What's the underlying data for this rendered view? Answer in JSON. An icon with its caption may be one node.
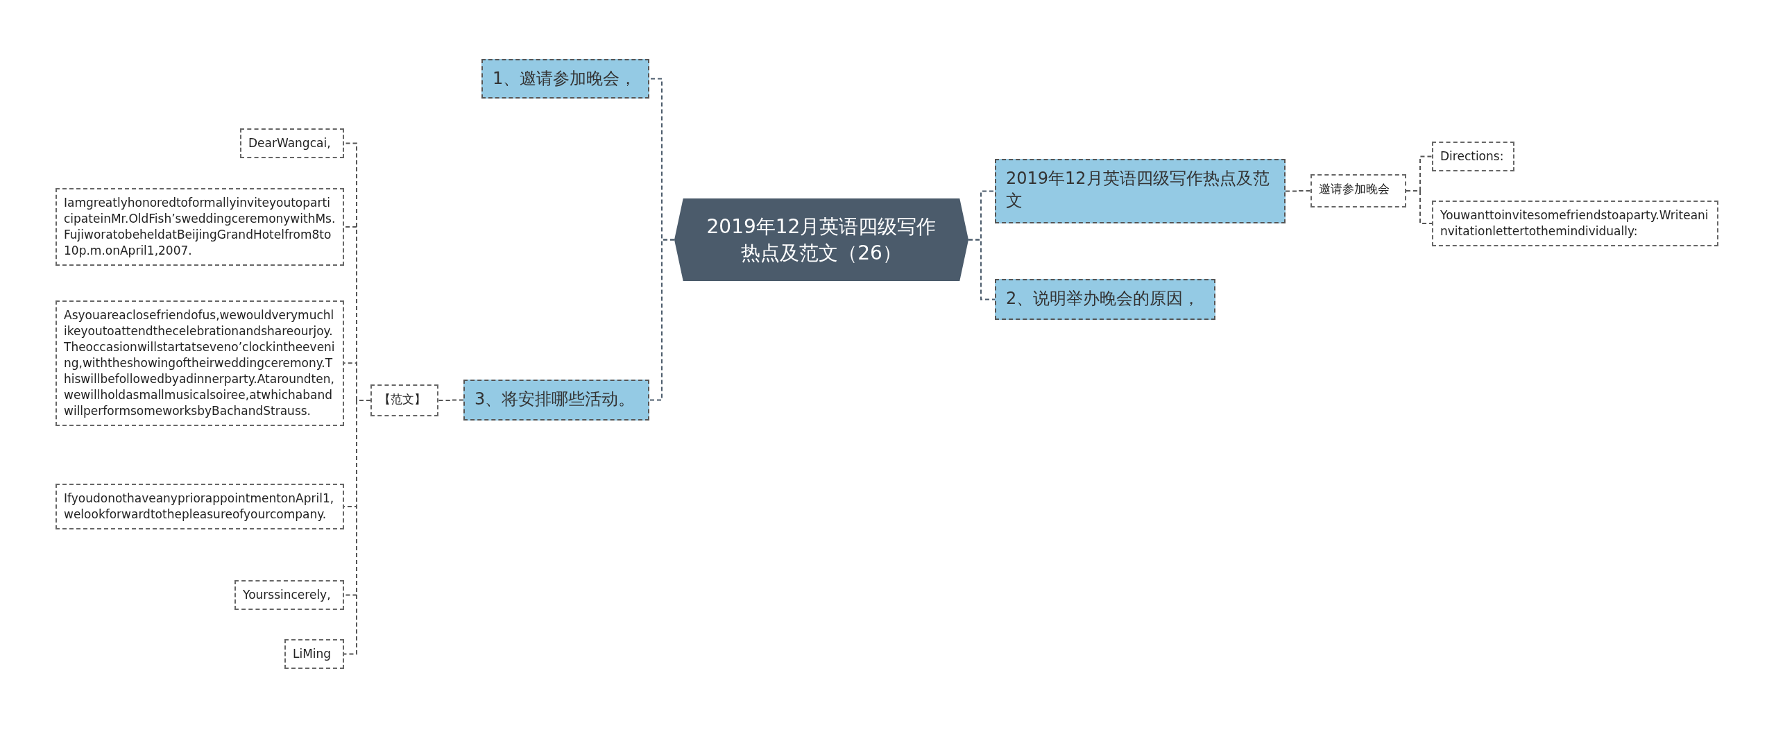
{
  "diagram": {
    "nodes": [
      {
        "text": [
          "2019年12月英语四级写作热点及范文（26）"
        ]
      },
      {
        "text": [
          "1、邀请参加晚会，"
        ]
      },
      {
        "text": [
          "3、将安排哪些活动。"
        ]
      },
      {
        "text": [
          "【范文】"
        ]
      },
      {
        "text": [
          "DearWangcai,"
        ]
      },
      {
        "text": [
          "IamgreatlyhonoredtoformallyinviteyoutoparticipateinMr.OldFish’sweddingceremonywithMs.FujiworatobeheldatBeijingGrandHotelfrom8to10p.m.onApril1,2007."
        ]
      },
      {
        "text": [
          "Asyouareaclosefriendofus,wewouldverymuchlikeyoutoattendthecelebrationandshareourjoy.Theoccasionwillstartatseveno’clockintheevening,withtheshowingoftheirweddingceremony.Thiswillbefollowedbyadinnerparty.Ataroundten,wewillholdasmallmusicalsoiree,atwhichabandwillperformsomeworksbyBachandStrauss."
        ]
      },
      {
        "text": [
          "IfyoudonothaveanypriorappointmentonApril1,welookforwardtothepleasureofyourcompany."
        ]
      },
      {
        "text": [
          "Yourssincerely,"
        ]
      },
      {
        "text": [
          "LiMing"
        ]
      },
      {
        "text": [
          "2019年12月英语四级写作热点及范文"
        ]
      },
      {
        "text": [
          "邀请参加晚会"
        ]
      },
      {
        "text": [
          "Directions:"
        ]
      },
      {
        "text": [
          "Youwanttoinvitesomefriendstoaparty.Writeaninvitationlettertothemindividually:"
        ]
      },
      {
        "text": [
          "2、说明举办晚会的原因，"
        ]
      }
    ],
    "edges": [
      {
        "from": 0,
        "to": 1,
        "arrow": "none"
      },
      {
        "from": 0,
        "to": 2,
        "arrow": "none"
      },
      {
        "from": 2,
        "to": 3,
        "arrow": "none"
      },
      {
        "from": 3,
        "to": 4,
        "arrow": "none"
      },
      {
        "from": 3,
        "to": 5,
        "arrow": "none"
      },
      {
        "from": 3,
        "to": 6,
        "arrow": "none"
      },
      {
        "from": 3,
        "to": 7,
        "arrow": "none"
      },
      {
        "from": 3,
        "to": 8,
        "arrow": "none"
      },
      {
        "from": 3,
        "to": 9,
        "arrow": "none"
      },
      {
        "from": 0,
        "to": 10,
        "arrow": "none"
      },
      {
        "from": 10,
        "to": 11,
        "arrow": "none"
      },
      {
        "from": 11,
        "to": 12,
        "arrow": "none"
      },
      {
        "from": 11,
        "to": 13,
        "arrow": "none"
      },
      {
        "from": 0,
        "to": 14,
        "arrow": "none"
      }
    ]
  }
}
